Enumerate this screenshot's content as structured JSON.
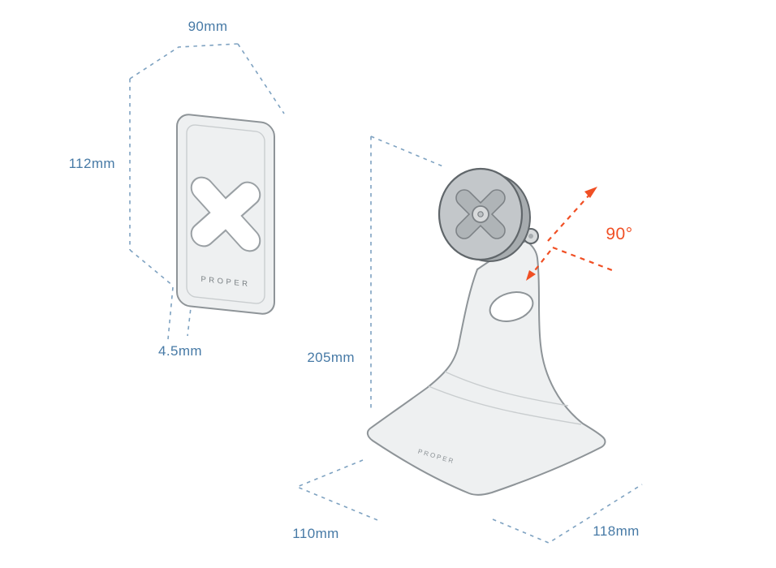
{
  "diagram": {
    "wall_plate": {
      "brand": "PROPER",
      "dimensions": {
        "width": "90mm",
        "height": "112mm",
        "thickness": "4.5mm"
      }
    },
    "desk_stand": {
      "brand": "PROPER",
      "dimensions": {
        "height": "205mm",
        "base_width": "110mm",
        "base_depth": "118mm"
      },
      "rotation": "90°"
    },
    "colors": {
      "dimension_blue": "#477AA6",
      "dash_blue": "#7EA2C1",
      "accent_orange": "#F04F24",
      "product_fill": "#EEF0F1",
      "product_stroke": "#8E9498",
      "disc_fill": "#C3C7CA"
    }
  }
}
